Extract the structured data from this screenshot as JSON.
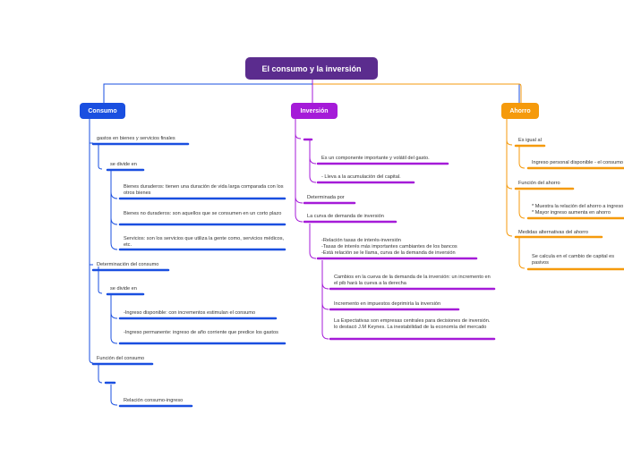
{
  "colors": {
    "root": "#5b2c8e",
    "consumo": "#1a4fe0",
    "inversion": "#a51bd8",
    "ahorro": "#f59a0c"
  },
  "root": {
    "title": "El consumo y la inversión"
  },
  "consumo": {
    "title": "Consumo",
    "gastos": "gastos en bienes y servicios finales",
    "se_divide_en_1": "se divide en",
    "bienes_duraderos": "Bienes duraderos: tienen una duración de vida larga comparada con los otros bienes",
    "bienes_no_duraderos": "Bienes no duraderos: son aquellos que se consumen en un corto plazo",
    "servicios": "Servicios: son los servicios que utiliza la gente como, servicios médicos, etc.",
    "determinacion": "Determinación del consumo",
    "se_divide_en_2": "se divide en",
    "ingreso_disponible": "-Ingreso disponible: con incrementos estimulan el consumo",
    "ingreso_permanente": "-Ingreso permanente: ingreso de año corriente que predice los gastos",
    "funcion": "Función del consumo",
    "relacion": "Relación consumo-ingreso"
  },
  "inversion": {
    "title": "Inversión",
    "componente": "Es un componente importante y volátil del gasto.",
    "acumulacion": "- Lleva a la acumulación del capital.",
    "determinada": "Determinada por",
    "curva": "La curva de demanda de inversión",
    "relacion_tasas": "-Relación tasas de interés-inversión\n-Tasas de interés más importantes cambiantes de los bancos\n-Está relación se le llama, curva de la demanda de inversión",
    "cambios": "Cambios en la cueva de la demanda de la inversión: un incremento en el pib hará la cueva a la derecha",
    "impuestos": "Incremento en impuestos deprimiría la inversión",
    "expectativas": "La Expectativas son empresas centrales para decisiones de inversión. lo destacó J.M Keynes. La inestabilidad de la economía del mercado"
  },
  "ahorro": {
    "title": "Ahorro",
    "es_igual": "Es igual al",
    "ingreso_personal": "Ingreso personal disponible - el consumo",
    "funcion": "Función del ahorro",
    "muestra": "* Muestra la relación del ahorro a ingreso\n* Mayor ingreso aumenta en ahorro",
    "medidas": "Medidas alternativas del ahorro",
    "calcula": "Se calcula en el cambio de capital es pasivos"
  }
}
